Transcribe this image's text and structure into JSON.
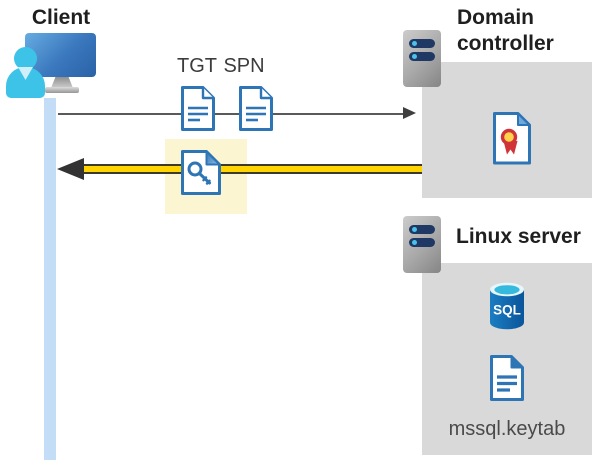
{
  "client": {
    "label": "Client"
  },
  "tickets": {
    "tgt_label": "TGT",
    "spn_label": "SPN"
  },
  "domain_controller": {
    "label": "Domain controller"
  },
  "linux_server": {
    "label": "Linux server",
    "database_label": "SQL",
    "keytab_file_label": "mssql.keytab"
  },
  "colors": {
    "doc_blue": "#2E75B6",
    "fold_light_blue": "#6FA8DC",
    "accent_yellow": "#FFD400",
    "highlight_yellow": "#FBF5D2",
    "zone_gray": "#D9D9D9",
    "line_gray": "#58595B",
    "lifeline_blue": "#C4DDF6",
    "person_cyan": "#3EC3E8",
    "server_slot_navy": "#1F3864",
    "sql_body_blue": "#0F66AE",
    "sql_top_cyan": "#35B9DC",
    "cert_ribbon_red": "#D13438",
    "cert_seal_yellow": "#FFD24C"
  }
}
